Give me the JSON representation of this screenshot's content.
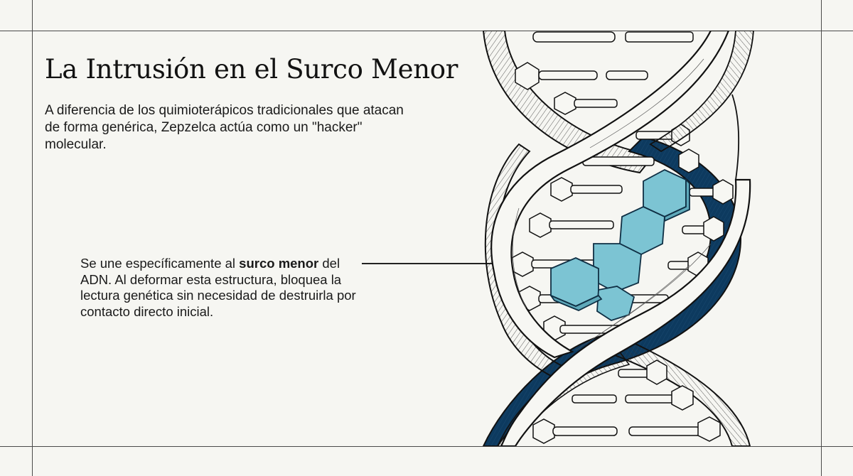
{
  "slide": {
    "title": "La Intrusión en el Surco Menor",
    "intro_text": "A diferencia de los quimioterápicos tradicionales que atacan de forma genérica, Zepzelca actúa como un \"hacker\" molecular.",
    "callout": {
      "text_before": "Se une específicamente al ",
      "bold": "surco menor",
      "text_after": " del ADN. Al deformar esta estructura, bloquea la lectura genética sin necesidad de destruirla por contacto directo inicial."
    },
    "illustration": {
      "subject": "dna-double-helix-with-drug-molecule-in-minor-groove",
      "icon": "dna-helix-icon"
    }
  },
  "colors": {
    "background": "#f6f6f2",
    "frame_lines": "#4a4a4a",
    "groove_navy": "#0d3a5f",
    "molecule_cyan": "#7cc4d3",
    "molecule_cyan_shade": "#5fa9ba",
    "ink": "#111111"
  }
}
